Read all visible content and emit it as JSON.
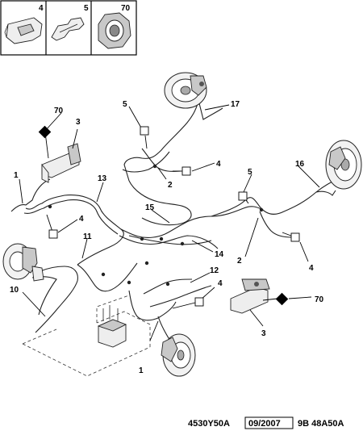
{
  "inset_parts": [
    {
      "ref": "4"
    },
    {
      "ref": "5"
    },
    {
      "ref": "70"
    }
  ],
  "callouts": {
    "c1_top": "1",
    "c1_bottom": "1",
    "c2_front": "2",
    "c2_rear": "2",
    "c3_top": "3",
    "c3_bottom": "3",
    "c4_a": "4",
    "c4_b": "4",
    "c4_c": "4",
    "c4_d": "4",
    "c5_a": "5",
    "c5_b": "5",
    "c10": "10",
    "c11": "11",
    "c12": "12",
    "c13": "13",
    "c14": "14",
    "c15": "15",
    "c16": "16",
    "c17": "17",
    "c70_a": "70",
    "c70_b": "70"
  },
  "footer": {
    "part_ref": "4530Y50A",
    "date": "09/2007",
    "code": "9B 48A50A"
  }
}
